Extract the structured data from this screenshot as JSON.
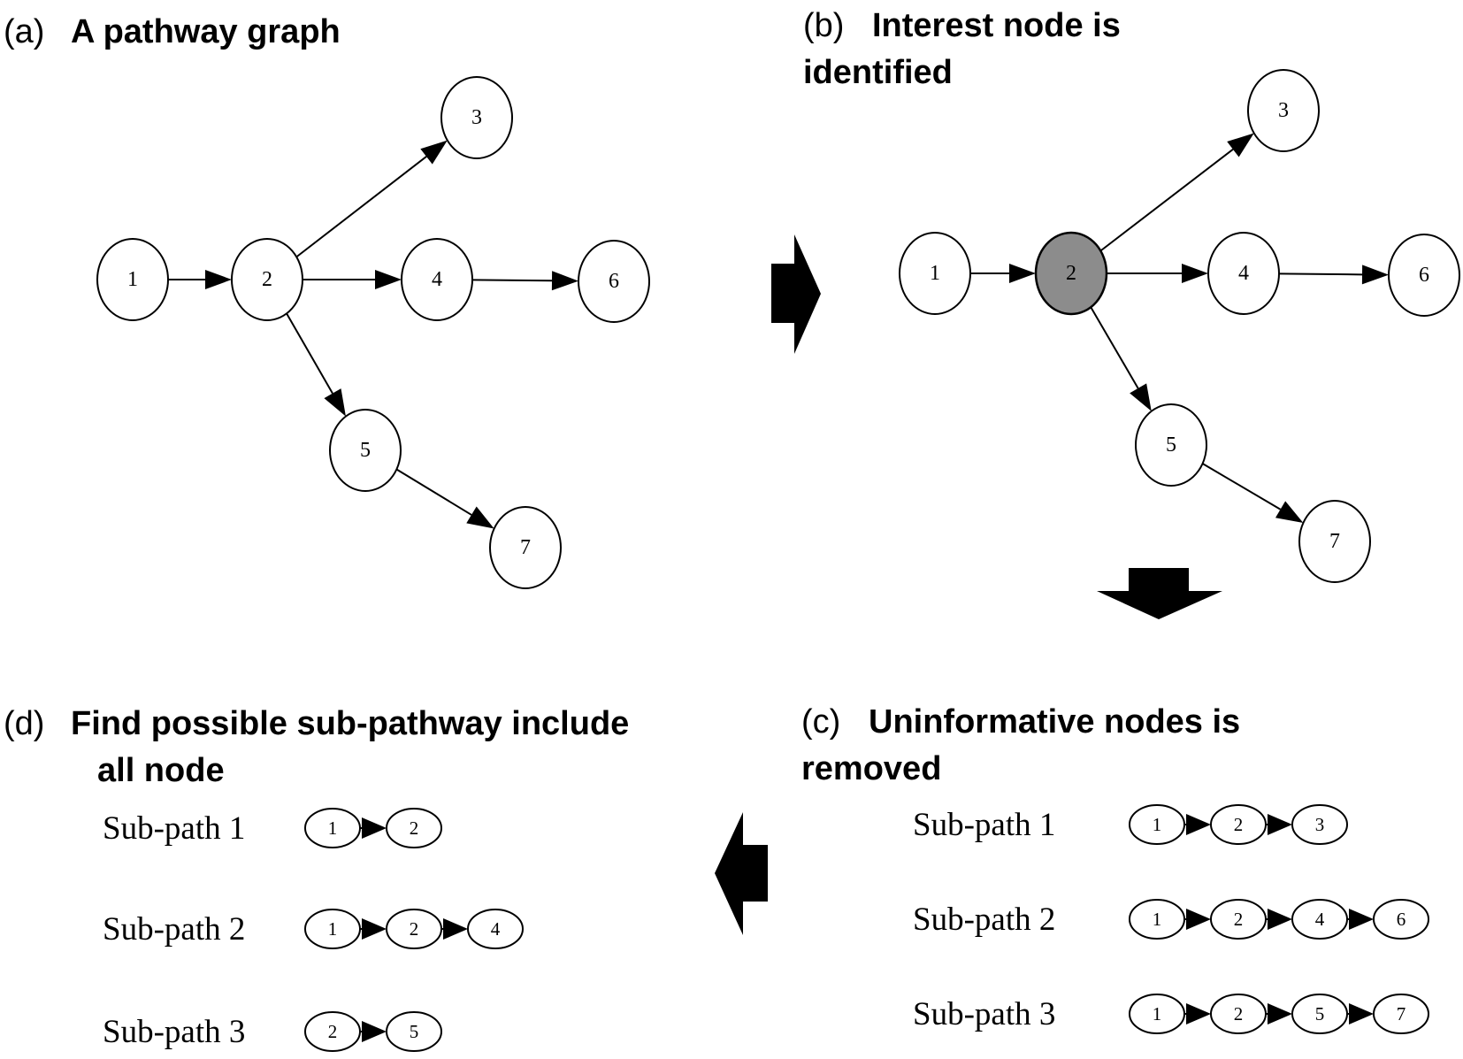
{
  "panels": {
    "a": {
      "prefix": "(a)",
      "title": "A pathway graph"
    },
    "b": {
      "prefix": "(b)",
      "title_line1": "Interest node is",
      "title_line2": "identified"
    },
    "c": {
      "prefix": "(c)",
      "title_line1": "Uninformative nodes is",
      "title_line2": "removed"
    },
    "d": {
      "prefix": "(d)",
      "title_line1": "Find possible sub-pathway include",
      "title_line2": "all node"
    }
  },
  "graph": {
    "nodes": [
      "1",
      "2",
      "3",
      "4",
      "5",
      "6",
      "7"
    ],
    "edges": [
      [
        "1",
        "2"
      ],
      [
        "2",
        "3"
      ],
      [
        "2",
        "4"
      ],
      [
        "4",
        "6"
      ],
      [
        "2",
        "5"
      ],
      [
        "5",
        "7"
      ]
    ],
    "interest_node": "2",
    "highlight_color": "#8c8c8c"
  },
  "panel_c_subpaths": [
    {
      "label": "Sub-path 1",
      "nodes": [
        "1",
        "2",
        "3"
      ]
    },
    {
      "label": "Sub-path 2",
      "nodes": [
        "1",
        "2",
        "4",
        "6"
      ]
    },
    {
      "label": "Sub-path 3",
      "nodes": [
        "1",
        "2",
        "5",
        "7"
      ]
    }
  ],
  "panel_d_subpaths": [
    {
      "label": "Sub-path 1",
      "nodes": [
        "1",
        "2"
      ]
    },
    {
      "label": "Sub-path 2",
      "nodes": [
        "1",
        "2",
        "4"
      ]
    },
    {
      "label": "Sub-path 3",
      "nodes": [
        "2",
        "5"
      ]
    }
  ],
  "flow_arrows": [
    "right",
    "down",
    "left"
  ]
}
